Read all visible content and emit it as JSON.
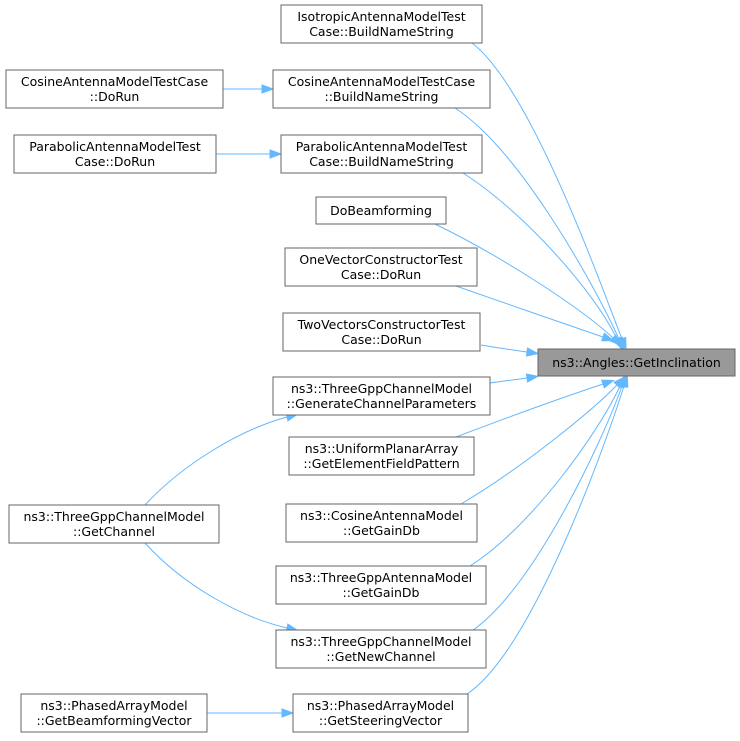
{
  "focus": "ns3_getinclination",
  "nodes": {
    "ns3_getinclination": {
      "lines": [
        "ns3::Angles::GetInclination"
      ],
      "clickable": false
    },
    "iso_buildname": {
      "lines": [
        "IsotropicAntennaModelTest",
        "Case::BuildNameString"
      ],
      "clickable": true
    },
    "cos_buildname": {
      "lines": [
        "CosineAntennaModelTestCase",
        "::BuildNameString"
      ],
      "clickable": true
    },
    "cos_dorun": {
      "lines": [
        "CosineAntennaModelTestCase",
        "::DoRun"
      ],
      "clickable": true
    },
    "para_buildname": {
      "lines": [
        "ParabolicAntennaModelTest",
        "Case::BuildNameString"
      ],
      "clickable": true
    },
    "para_dorun": {
      "lines": [
        "ParabolicAntennaModelTest",
        "Case::DoRun"
      ],
      "clickable": true
    },
    "dobeamforming": {
      "lines": [
        "DoBeamforming"
      ],
      "clickable": true
    },
    "onevector_dorun": {
      "lines": [
        "OneVectorConstructorTest",
        "Case::DoRun"
      ],
      "clickable": true
    },
    "twovectors_dorun": {
      "lines": [
        "TwoVectorsConstructorTest",
        "Case::DoRun"
      ],
      "clickable": true
    },
    "gen_channel_params": {
      "lines": [
        "ns3::ThreeGppChannelModel",
        "::GenerateChannelParameters"
      ],
      "clickable": true
    },
    "upa_element_field": {
      "lines": [
        "ns3::UniformPlanarArray",
        "::GetElementFieldPattern"
      ],
      "clickable": true
    },
    "get_channel": {
      "lines": [
        "ns3::ThreeGppChannelModel",
        "::GetChannel"
      ],
      "clickable": true
    },
    "cos_gaindb": {
      "lines": [
        "ns3::CosineAntennaModel",
        "::GetGainDb"
      ],
      "clickable": true
    },
    "threegpp_gaindb": {
      "lines": [
        "ns3::ThreeGppAntennaModel",
        "::GetGainDb"
      ],
      "clickable": true
    },
    "get_new_channel": {
      "lines": [
        "ns3::ThreeGppChannelModel",
        "::GetNewChannel"
      ],
      "clickable": true
    },
    "get_steering": {
      "lines": [
        "ns3::PhasedArrayModel",
        "::GetSteeringVector"
      ],
      "clickable": true
    },
    "get_beamforming": {
      "lines": [
        "ns3::PhasedArrayModel",
        "::GetBeamformingVector"
      ],
      "clickable": true
    }
  },
  "edges": [
    {
      "from": "iso_buildname",
      "to": "ns3_getinclination"
    },
    {
      "from": "cos_buildname",
      "to": "ns3_getinclination"
    },
    {
      "from": "para_buildname",
      "to": "ns3_getinclination"
    },
    {
      "from": "dobeamforming",
      "to": "ns3_getinclination"
    },
    {
      "from": "onevector_dorun",
      "to": "ns3_getinclination"
    },
    {
      "from": "twovectors_dorun",
      "to": "ns3_getinclination"
    },
    {
      "from": "gen_channel_params",
      "to": "ns3_getinclination"
    },
    {
      "from": "upa_element_field",
      "to": "ns3_getinclination"
    },
    {
      "from": "cos_gaindb",
      "to": "ns3_getinclination"
    },
    {
      "from": "threegpp_gaindb",
      "to": "ns3_getinclination"
    },
    {
      "from": "get_new_channel",
      "to": "ns3_getinclination"
    },
    {
      "from": "get_steering",
      "to": "ns3_getinclination"
    },
    {
      "from": "cos_dorun",
      "to": "cos_buildname"
    },
    {
      "from": "para_dorun",
      "to": "para_buildname"
    },
    {
      "from": "get_channel",
      "to": "gen_channel_params"
    },
    {
      "from": "get_channel",
      "to": "get_new_channel"
    },
    {
      "from": "get_beamforming",
      "to": "get_steering"
    }
  ],
  "colors": {
    "edge": "#63b8ff",
    "node_border": "#666666",
    "focus_fill": "#999999"
  }
}
